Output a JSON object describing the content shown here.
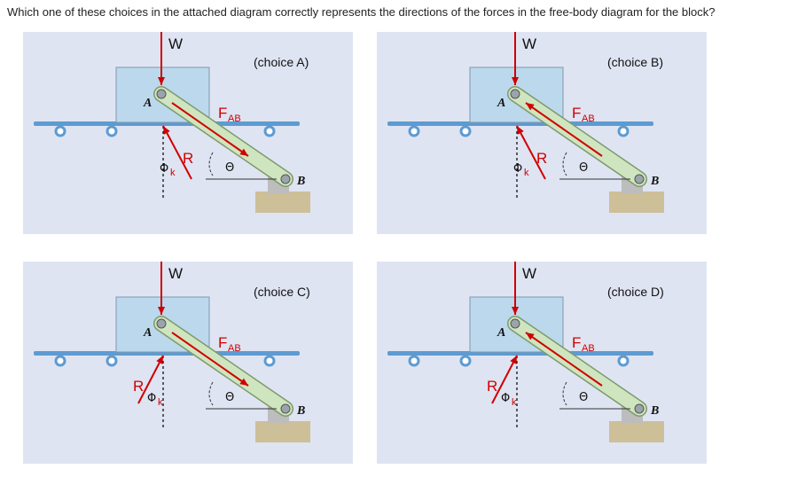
{
  "question": "Which one of these choices in the attached diagram correctly represents the directions of the forces in the free-body diagram for the block?",
  "symbols": {
    "weight": "W",
    "reaction": "R",
    "force_ab": "F",
    "force_ab_sub": "AB",
    "phi": "Φ",
    "phi_sub": "k",
    "theta": "Θ",
    "point_a": "A",
    "point_b": "B"
  },
  "panels": [
    {
      "id": "A",
      "label": "(choice A)",
      "fab_direction": "toward-B",
      "reaction_side": "right"
    },
    {
      "id": "B",
      "label": "(choice B)",
      "fab_direction": "toward-A",
      "reaction_side": "right"
    },
    {
      "id": "C",
      "label": "(choice C)",
      "fab_direction": "toward-B",
      "reaction_side": "left"
    },
    {
      "id": "D",
      "label": "(choice D)",
      "fab_direction": "toward-A",
      "reaction_side": "left"
    }
  ],
  "colors": {
    "panel_bg": "#dfe4f3",
    "block": "#bcd8ec",
    "link": "#cfe5bf",
    "force": "#d00000",
    "rail": "#5d9bd1",
    "ground": "#cdbf98"
  }
}
